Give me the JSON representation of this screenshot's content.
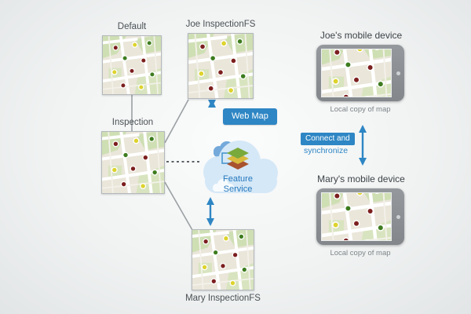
{
  "palette": {
    "accent_blue": "#2e86c4",
    "line_gray": "#9ba0a3",
    "cloud_fill": "#d5e8f7",
    "dot_green": "#3e7c1f",
    "dot_red": "#7c1f1f",
    "dot_yellow": "#ddd32c"
  },
  "maps": {
    "default": {
      "label": "Default"
    },
    "joe": {
      "label": "Joe InspectionFS"
    },
    "inspection": {
      "label": "Inspection"
    },
    "mary": {
      "label": "Mary InspectionFS"
    }
  },
  "cloud": {
    "badge": "Web Map",
    "service_label": "Feature Service"
  },
  "sync": {
    "line1": "Connect and",
    "line2": "synchronize"
  },
  "devices": {
    "joe": {
      "title": "Joe's mobile device",
      "caption": "Local copy of map"
    },
    "mary": {
      "title": "Mary's mobile device",
      "caption": "Local copy of map"
    }
  },
  "icons": {
    "cloud": "cloud-shape",
    "layers": "stacked-layers",
    "tablet": "tablet-frame",
    "map": "street-map-thumbnail",
    "arrows": "double-headed-sync-arrow"
  }
}
